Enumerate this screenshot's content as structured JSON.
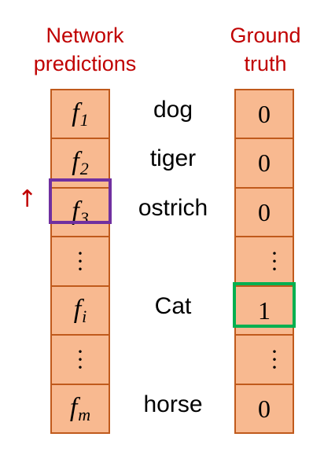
{
  "headers": {
    "predictions": [
      "Network",
      "predictions"
    ],
    "truth": [
      "Ground",
      "truth"
    ]
  },
  "predictions": [
    {
      "sym": "f",
      "sub": "1"
    },
    {
      "sym": "f",
      "sub": "2"
    },
    {
      "sym": "f",
      "sub": "3"
    },
    {
      "sym": "⋮",
      "sub": ""
    },
    {
      "sym": "f",
      "sub": "i"
    },
    {
      "sym": "⋮",
      "sub": ""
    },
    {
      "sym": "f",
      "sub": "m"
    }
  ],
  "labels": [
    "dog",
    "tiger",
    "ostrich",
    "",
    "Cat",
    "",
    "horse"
  ],
  "truth": [
    "0",
    "0",
    "0",
    "⋮",
    "1",
    "⋮",
    "0"
  ],
  "arrow": "↑",
  "colors": {
    "header": "#c00000",
    "cell_fill": "#f8b990",
    "cell_border": "#c05a1c",
    "highlight_prediction": "#7030a0",
    "highlight_truth": "#00b050"
  }
}
